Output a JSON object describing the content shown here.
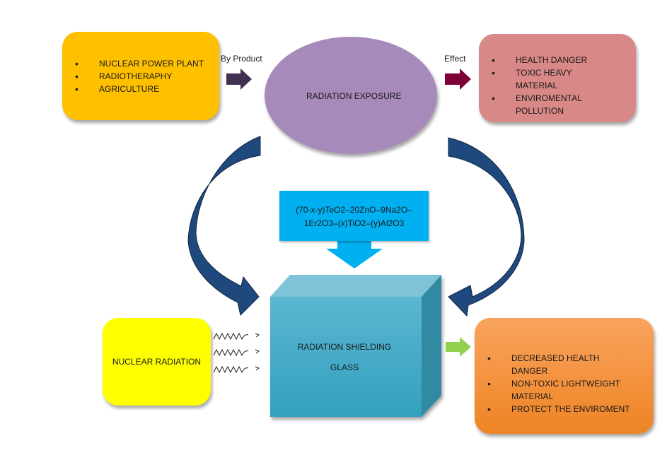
{
  "sources_box": {
    "items": [
      "NUCLEAR POWER PLANT",
      "RADIOTHERAPHY",
      "AGRICULTURE"
    ],
    "color": "#FFC000"
  },
  "byproduct_label": "By Product",
  "exposure": {
    "label": "RADIATION EXPOSURE",
    "color": "#A68ABA"
  },
  "effect_label": "Effect",
  "effects_box": {
    "items": [
      "HEALTH DANGER",
      "TOXIC HEAVY MATERIAL",
      "ENVIROMENTAL POLLUTION"
    ],
    "color": "#D88886"
  },
  "composition": {
    "line1": "(70-x-y)TeO2–20ZnO–9Na2O–",
    "line2": "1Er2O3–(x)TiO2–(y)Al2O3",
    "color": "#00B0F0"
  },
  "nuclear_radiation": {
    "label": "NUCLEAR RADIATION",
    "color": "#FFFF00"
  },
  "glass_cube": {
    "line1": "RADIATION SHIELDING",
    "line2": "GLASS",
    "color": "#4BACC6"
  },
  "benefits_box": {
    "items": [
      "DECREASED HEALTH DANGER",
      "NON-TOXIC LIGHTWEIGHT MATERIAL",
      "PROTECT THE ENVIROMENT"
    ],
    "color": "#F79646"
  },
  "colors": {
    "byproduct_arrow": "#403152",
    "effect_arrow": "#7F0037",
    "curved_arrows": "#1F497D",
    "benefit_arrow": "#92D050"
  }
}
